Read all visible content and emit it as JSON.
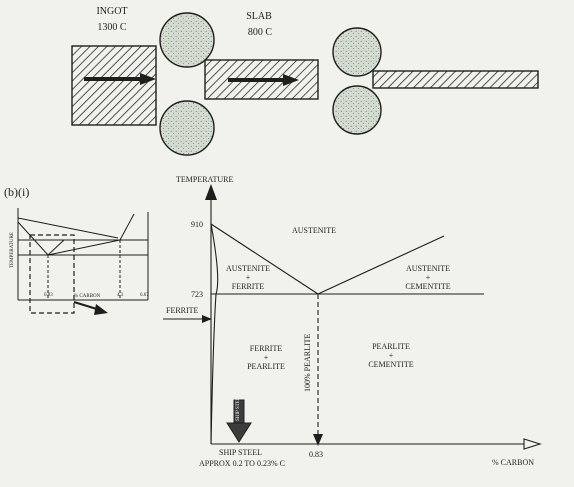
{
  "rolling": {
    "ingot_label": "INGOT",
    "ingot_temp": "1300 C",
    "slab_label": "SLAB",
    "slab_temp": "800 C"
  },
  "inset": {
    "figure_label": "(b)(i)",
    "y_axis": "TEMPERATURE",
    "x_axis": "% CARBON",
    "ticks": [
      "0.83",
      "4.3",
      "6.67"
    ]
  },
  "phase_diagram": {
    "y_axis_label": "TEMPERATURE",
    "x_axis_label": "% CARBON",
    "temp_ticks": [
      "910",
      "723"
    ],
    "carbon_tick": "0.83",
    "regions": {
      "austenite": "AUSTENITE",
      "austenite_ferrite": [
        "AUSTENITE",
        "+",
        "FERRITE"
      ],
      "austenite_cementite": [
        "AUSTENITE",
        "+",
        "CEMENTITE"
      ],
      "ferrite": "FERRITE",
      "ferrite_pearlite": [
        "FERRITE",
        "+",
        "PEARLITE"
      ],
      "pearlite_cementite": [
        "PEARLITE",
        "+",
        "CEMENTITE"
      ]
    },
    "pearlite_line_label": "100% PEARLITE",
    "ship_steel_label": "SHIP STEEL",
    "ship_steel_range": "APPROX 0.2 TO 0.23% C",
    "ship_steel_arrow_text": "SHIP STEEL"
  },
  "colors": {
    "ink": "#1e1e1e",
    "paper": "#f2f2ec",
    "roller_fill": "#d5dcd2",
    "hatch": "#2a2a2a"
  }
}
